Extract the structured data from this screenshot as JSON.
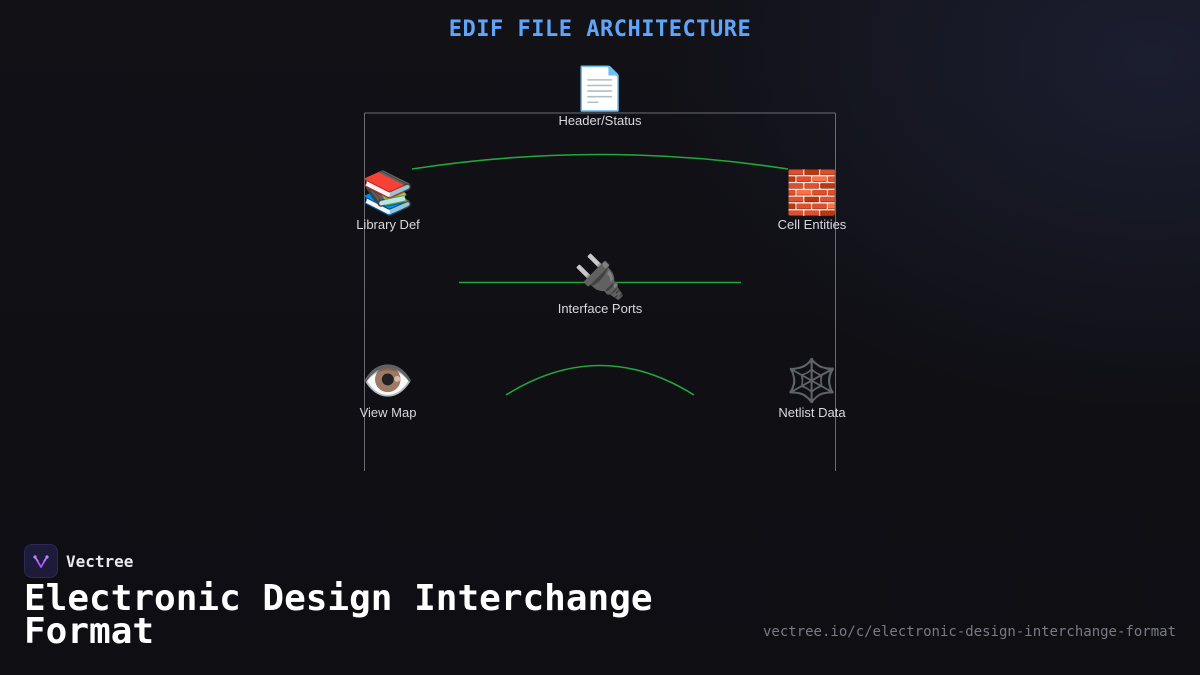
{
  "diagram": {
    "title": "EDIF FILE ARCHITECTURE",
    "nodes": [
      {
        "id": "header",
        "label": "Header/Status",
        "icon": "document-icon",
        "glyph": "📄"
      },
      {
        "id": "library",
        "label": "Library Def",
        "icon": "books-icon",
        "glyph": "📚"
      },
      {
        "id": "cell",
        "label": "Cell Entities",
        "icon": "bricks-icon",
        "glyph": "🧱"
      },
      {
        "id": "interface",
        "label": "Interface Ports",
        "icon": "plug-icon",
        "glyph": "🔌"
      },
      {
        "id": "view",
        "label": "View Map",
        "icon": "eye-icon",
        "glyph": "👁️"
      },
      {
        "id": "netlist",
        "label": "Netlist Data",
        "icon": "web-icon",
        "glyph": "🕸️"
      }
    ],
    "colors": {
      "title": "#60a5fa",
      "frame": "#6b6b74",
      "connector": "#22a83a"
    }
  },
  "brand": {
    "name": "Vectree",
    "logo_icon": "vectree-logo-icon",
    "logo_color": "#a855f7"
  },
  "page": {
    "title": "Electronic Design Interchange Format",
    "url": "vectree.io/c/electronic-design-interchange-format"
  }
}
